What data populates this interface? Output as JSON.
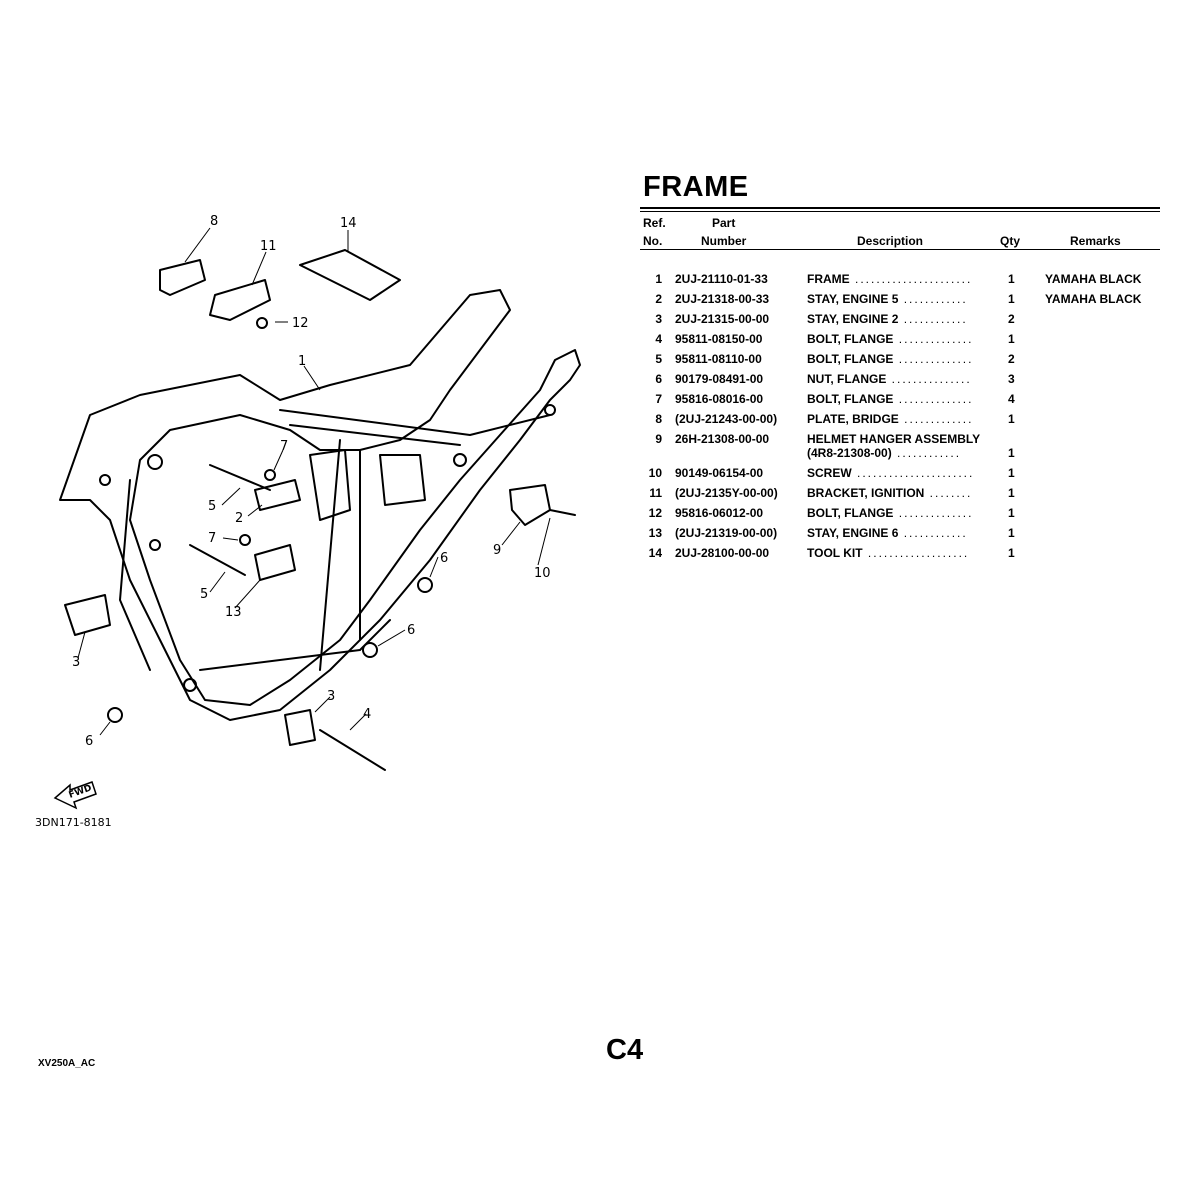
{
  "page": {
    "title": "FRAME",
    "page_code": "C4",
    "footer_code": "XV250A_AC"
  },
  "table": {
    "headers": {
      "ref_line1": "Ref.",
      "ref_line2": "No.",
      "part_line1": "Part",
      "part_line2": "Number",
      "description": "Description",
      "qty": "Qty",
      "remarks": "Remarks"
    },
    "rows": [
      {
        "ref": "1",
        "part": "2UJ-21110-01-33",
        "desc": "FRAME",
        "desc2": "",
        "qty": "1",
        "remarks": "YAMAHA BLACK"
      },
      {
        "ref": "2",
        "part": "2UJ-21318-00-33",
        "desc": "STAY, ENGINE 5",
        "desc2": "",
        "qty": "1",
        "remarks": "YAMAHA BLACK"
      },
      {
        "ref": "3",
        "part": "2UJ-21315-00-00",
        "desc": "STAY, ENGINE 2",
        "desc2": "",
        "qty": "2",
        "remarks": ""
      },
      {
        "ref": "4",
        "part": "95811-08150-00",
        "desc": "BOLT, FLANGE",
        "desc2": "",
        "qty": "1",
        "remarks": ""
      },
      {
        "ref": "5",
        "part": "95811-08110-00",
        "desc": "BOLT, FLANGE",
        "desc2": "",
        "qty": "2",
        "remarks": ""
      },
      {
        "ref": "6",
        "part": "90179-08491-00",
        "desc": "NUT, FLANGE",
        "desc2": "",
        "qty": "3",
        "remarks": ""
      },
      {
        "ref": "7",
        "part": "95816-08016-00",
        "desc": "BOLT, FLANGE",
        "desc2": "",
        "qty": "4",
        "remarks": ""
      },
      {
        "ref": "8",
        "part": "(2UJ-21243-00-00)",
        "desc": "PLATE, BRIDGE",
        "desc2": "",
        "qty": "1",
        "remarks": ""
      },
      {
        "ref": "9",
        "part": "26H-21308-00-00",
        "desc": "HELMET HANGER ASSEMBLY",
        "desc2": "(4R8-21308-00)",
        "qty": "1",
        "remarks": ""
      },
      {
        "ref": "10",
        "part": "90149-06154-00",
        "desc": "SCREW",
        "desc2": "",
        "qty": "1",
        "remarks": ""
      },
      {
        "ref": "11",
        "part": "(2UJ-2135Y-00-00)",
        "desc": "BRACKET, IGNITION",
        "desc2": "",
        "qty": "1",
        "remarks": ""
      },
      {
        "ref": "12",
        "part": "95816-06012-00",
        "desc": "BOLT, FLANGE",
        "desc2": "",
        "qty": "1",
        "remarks": ""
      },
      {
        "ref": "13",
        "part": "(2UJ-21319-00-00)",
        "desc": "STAY, ENGINE 6",
        "desc2": "",
        "qty": "1",
        "remarks": ""
      },
      {
        "ref": "14",
        "part": "2UJ-28100-00-00",
        "desc": "TOOL KIT",
        "desc2": "",
        "qty": "1",
        "remarks": ""
      }
    ]
  },
  "diagram": {
    "code": "3DN171-8181",
    "fwd_label": "FWD",
    "callouts": [
      "8",
      "11",
      "14",
      "12",
      "1",
      "7",
      "5",
      "2",
      "7",
      "13",
      "5",
      "3",
      "6",
      "6",
      "9",
      "10",
      "3",
      "4",
      "6"
    ]
  }
}
